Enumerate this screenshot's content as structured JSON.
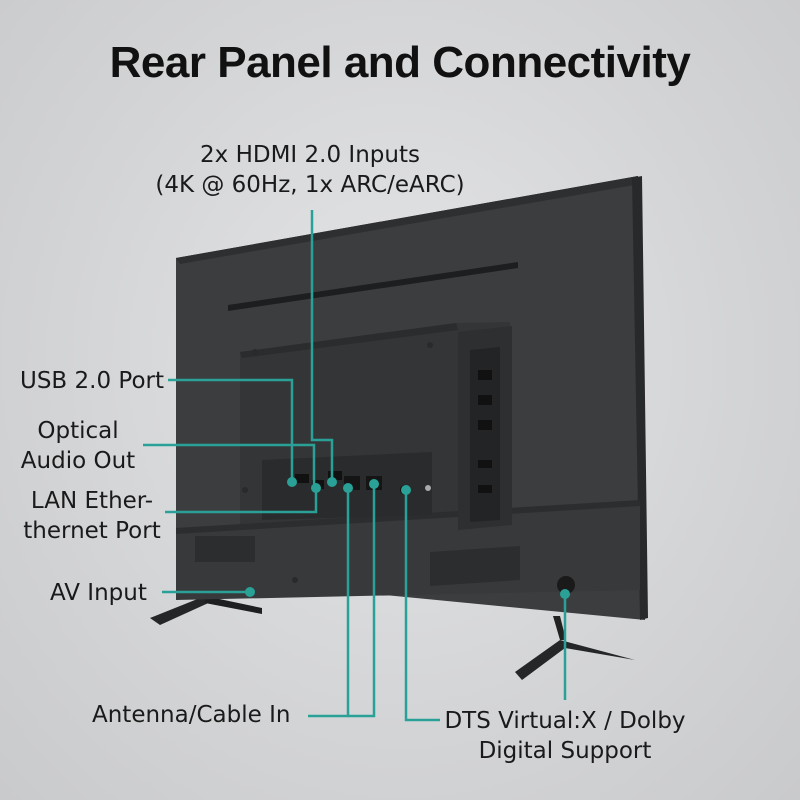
{
  "title": "Rear Panel and Connectivity",
  "callouts": {
    "hdmi": {
      "line1": "2x HDMI 2.0 Inputs",
      "line2": "(4K @ 60Hz, 1x ARC/eARC)"
    },
    "usb": {
      "line1": "USB 2.0 Port"
    },
    "optical": {
      "line1": "Optical",
      "line2": "Audio Out"
    },
    "lan": {
      "line1": "LAN Ether-",
      "line2": "thernet Port"
    },
    "av": {
      "line1": "AV Input"
    },
    "antenna": {
      "line1": "Antenna/Cable In"
    },
    "dts": {
      "line1": "DTS Virtual:X / Dolby",
      "line2": "Digital Support"
    }
  },
  "colors": {
    "accent": "#2aa197",
    "tv_body": "#3a3b3d",
    "tv_dark": "#2a2b2d",
    "text": "#1a1a1a"
  },
  "icons": [
    "tv-rear-illustration",
    "callout-dot"
  ]
}
